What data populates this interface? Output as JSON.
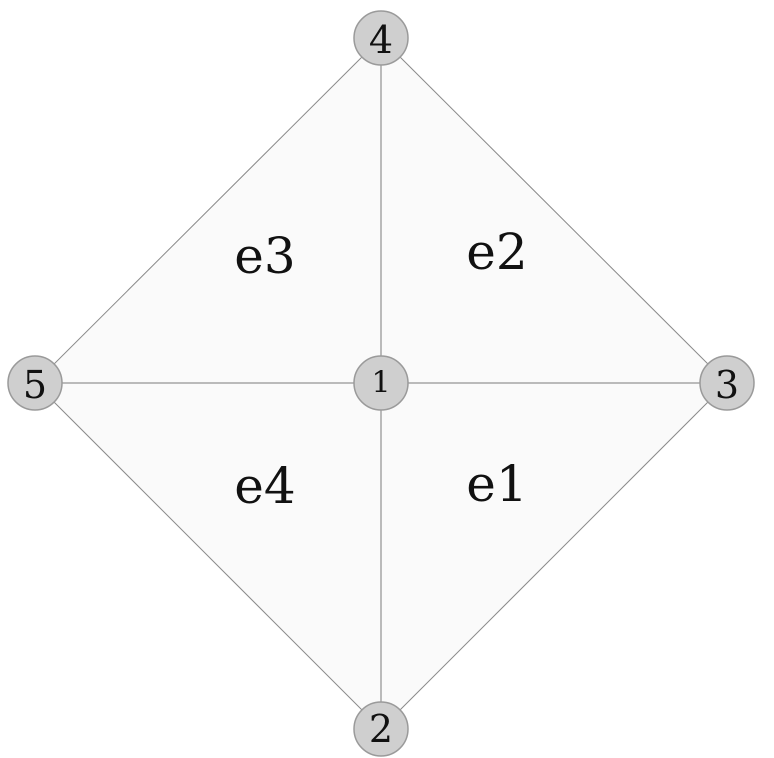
{
  "nodes": [
    {
      "id": "1",
      "label": "1"
    },
    {
      "id": "2",
      "label": "2"
    },
    {
      "id": "3",
      "label": "3"
    },
    {
      "id": "4",
      "label": "4"
    },
    {
      "id": "5",
      "label": "5"
    }
  ],
  "elements": [
    {
      "id": "e1",
      "label": "e1",
      "nodes": [
        "1",
        "2",
        "3"
      ]
    },
    {
      "id": "e2",
      "label": "e2",
      "nodes": [
        "1",
        "3",
        "4"
      ]
    },
    {
      "id": "e3",
      "label": "e3",
      "nodes": [
        "1",
        "4",
        "5"
      ]
    },
    {
      "id": "e4",
      "label": "e4",
      "nodes": [
        "1",
        "5",
        "2"
      ]
    }
  ],
  "colors": {
    "node_fill": "#cfcfcf",
    "node_stroke": "#9a9a9a",
    "edge": "#8a8a8a",
    "face": "#fafafa",
    "text": "#111111"
  }
}
